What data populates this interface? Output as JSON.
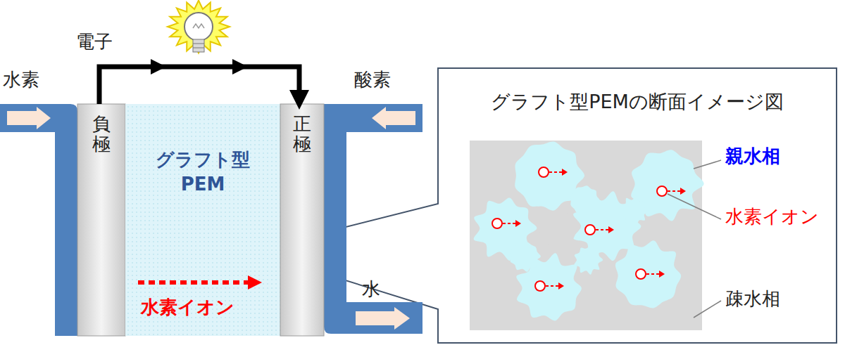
{
  "diagram": {
    "nodes": [
      {
        "text": [
          "負極"
        ]
      },
      {
        "text": [
          "グラフト型 PEM",
          "水素イオン"
        ]
      },
      {
        "text": [
          "正極"
        ]
      },
      {
        "text": [
          "グラフト型PEMの断面イメージ図"
        ]
      }
    ],
    "edges": [
      {
        "from": 0,
        "to": 2,
        "arrow": "to",
        "label": "電子"
      }
    ],
    "labels": [
      "水素",
      "酸素",
      "水",
      "親水相",
      "水素イオン",
      "疎水相"
    ]
  }
}
